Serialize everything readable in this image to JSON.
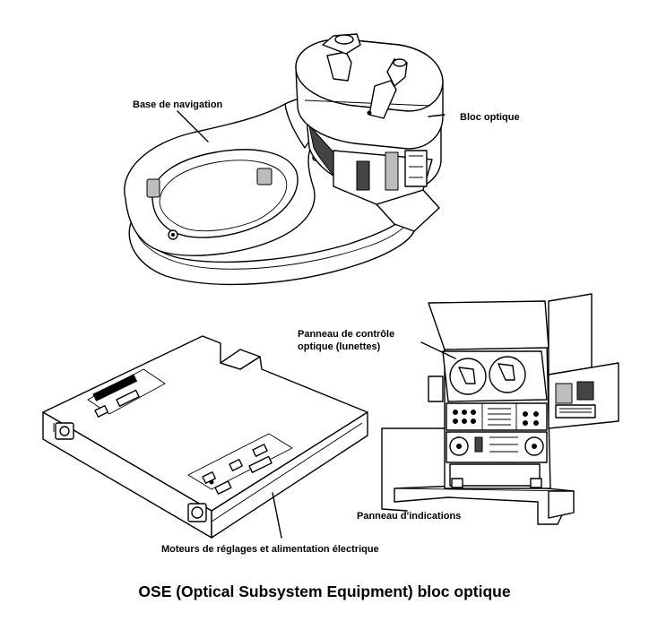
{
  "labels": {
    "base_navigation": "Base de navigation",
    "bloc_optique": "Bloc optique",
    "panneau_controle_line1": "Panneau de contrôle",
    "panneau_controle_line2": "optique (lunettes)",
    "panneau_indications": "Panneau d'indications",
    "moteurs": "Moteurs de réglages et alimentation électrique"
  },
  "caption": "OSE (Optical Subsystem Equipment) bloc optique"
}
